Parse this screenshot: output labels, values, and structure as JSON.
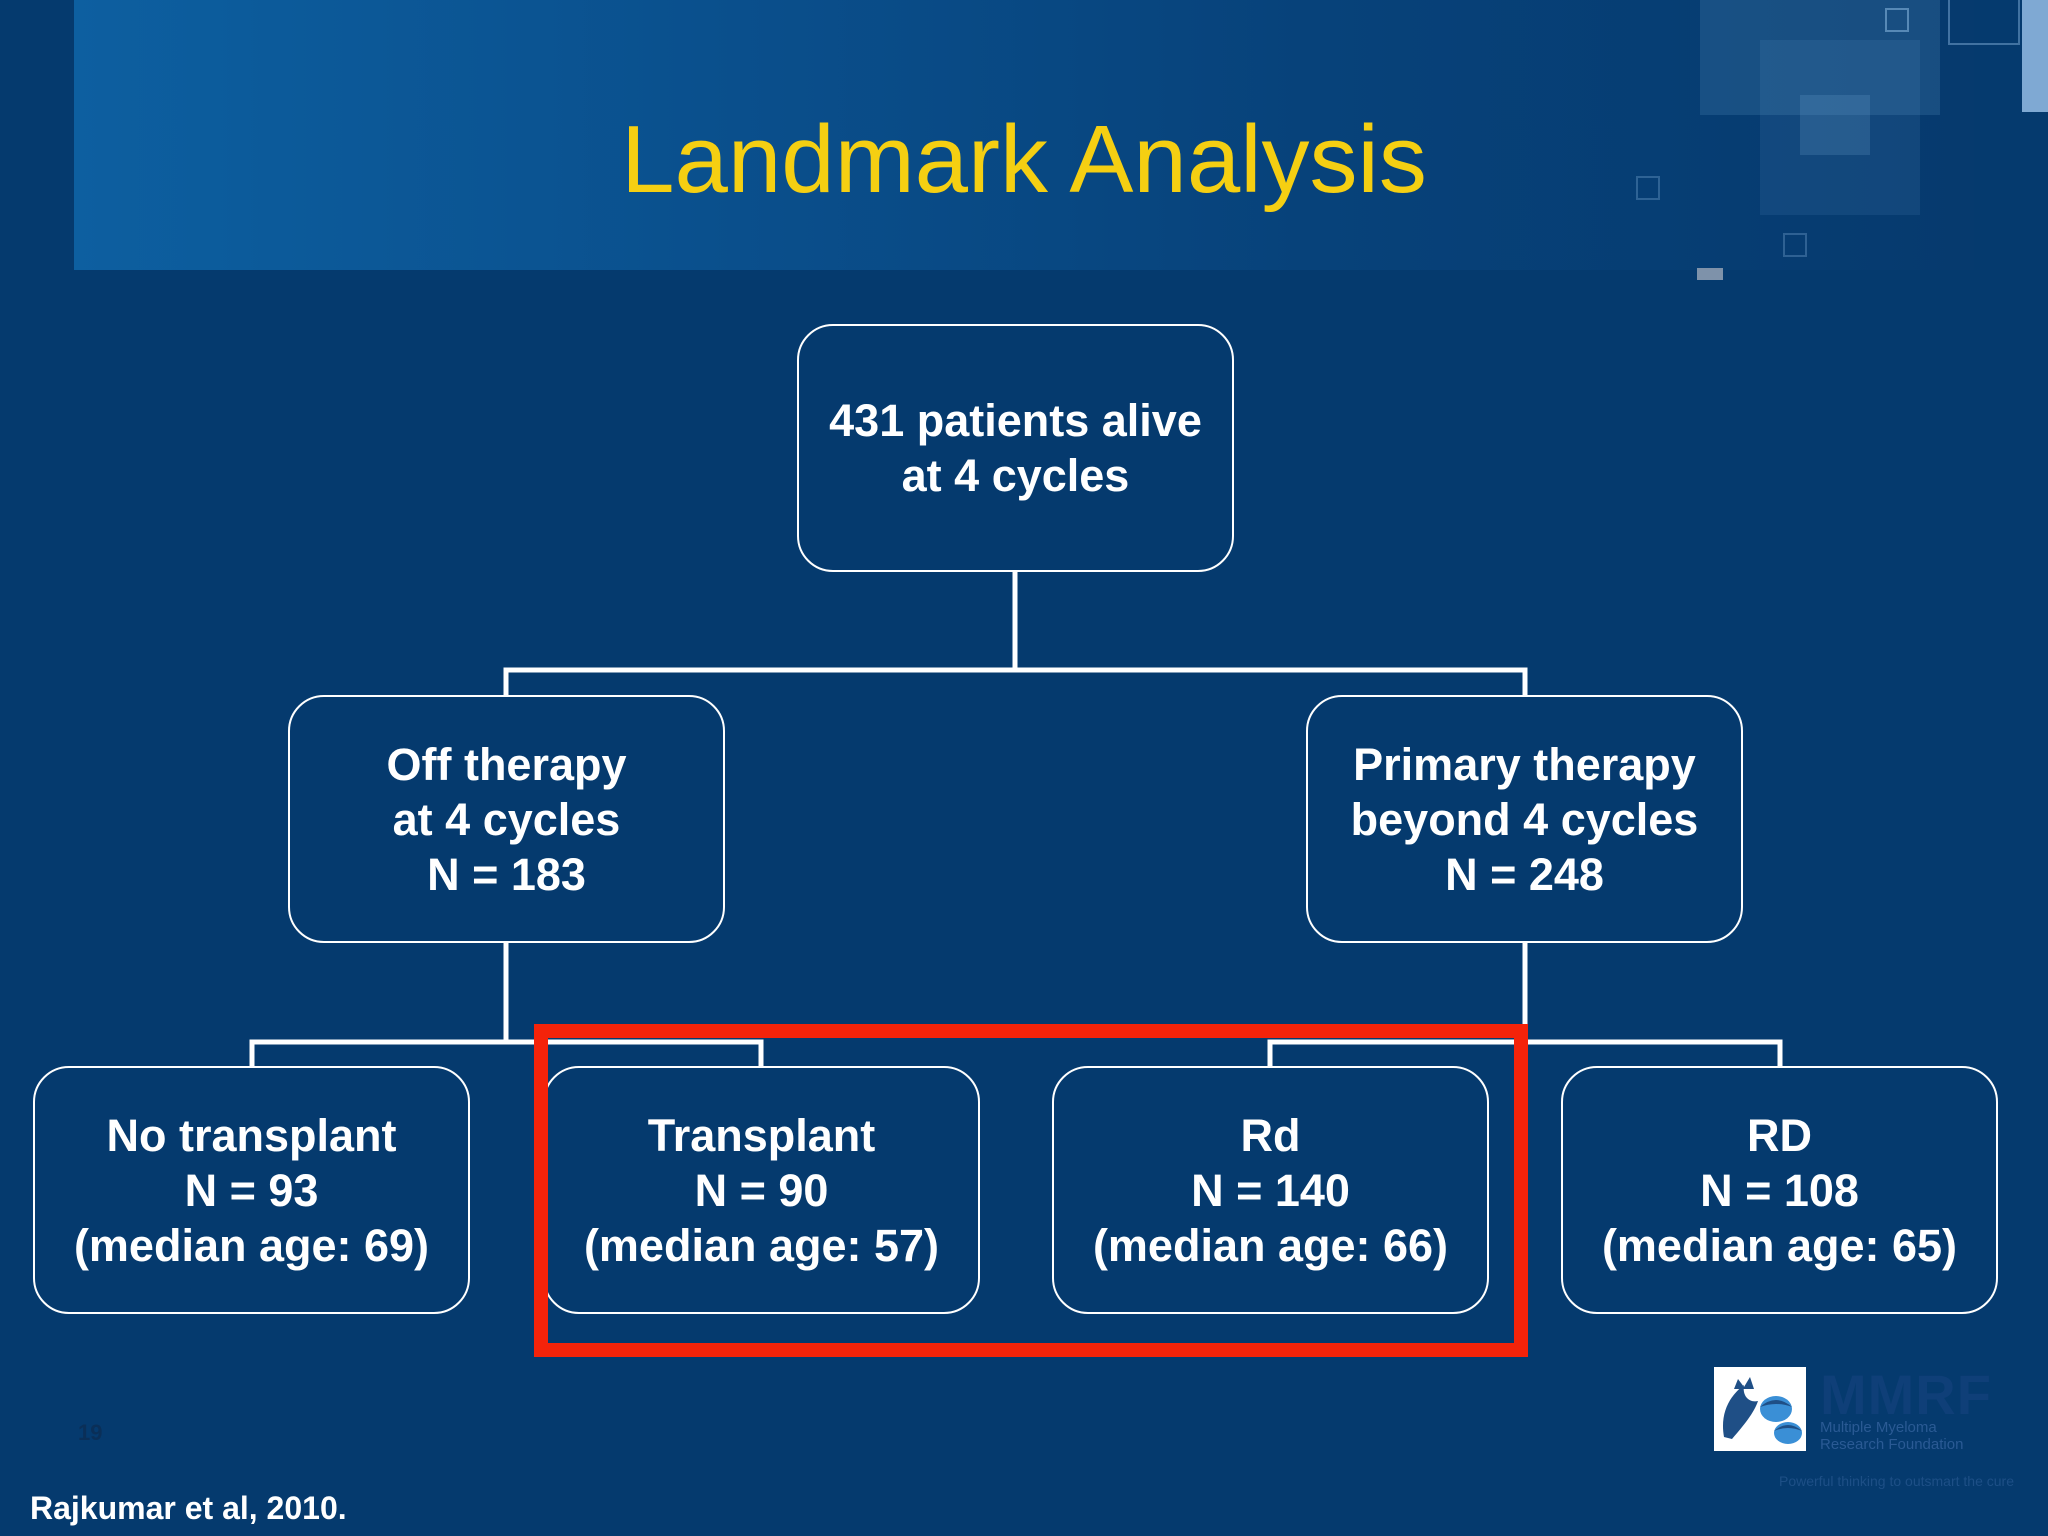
{
  "slide": {
    "title": "Landmark Analysis",
    "citation": "Rajkumar et al, 2010.",
    "page_number": "19"
  },
  "tree": {
    "root": {
      "line1": "431 patients alive",
      "line2": "at 4 cycles"
    },
    "off_therapy": {
      "line1": "Off therapy",
      "line2": "at 4 cycles",
      "line3": "N = 183"
    },
    "primary_therapy": {
      "line1": "Primary therapy",
      "line2": "beyond 4 cycles",
      "line3": "N = 248"
    },
    "no_transplant": {
      "line1": "No transplant",
      "line2": "N = 93",
      "line3": "(median age: 69)"
    },
    "transplant": {
      "line1": "Transplant",
      "line2": "N = 90",
      "line3": "(median age: 57)"
    },
    "rd_lower": {
      "line1": "Rd",
      "line2": "N = 140",
      "line3": "(median age: 66)"
    },
    "rd_upper": {
      "line1": "RD",
      "line2": "N = 108",
      "line3": "(median age: 65)"
    }
  },
  "highlight": {
    "color": "#f4230a",
    "encloses": [
      "Transplant",
      "Rd"
    ]
  },
  "logo": {
    "name": "MMRF",
    "subtitle_line1": "Multiple Myeloma",
    "subtitle_line2": "Research Foundation",
    "tagline": "Powerful thinking to outsmart the cure",
    "icon": "oak-leaf-acorn-icon"
  },
  "colors": {
    "background": "#053a6e",
    "title": "#f5cf12",
    "box_border": "#ffffff",
    "text": "#ffffff",
    "highlight": "#f4230a"
  }
}
